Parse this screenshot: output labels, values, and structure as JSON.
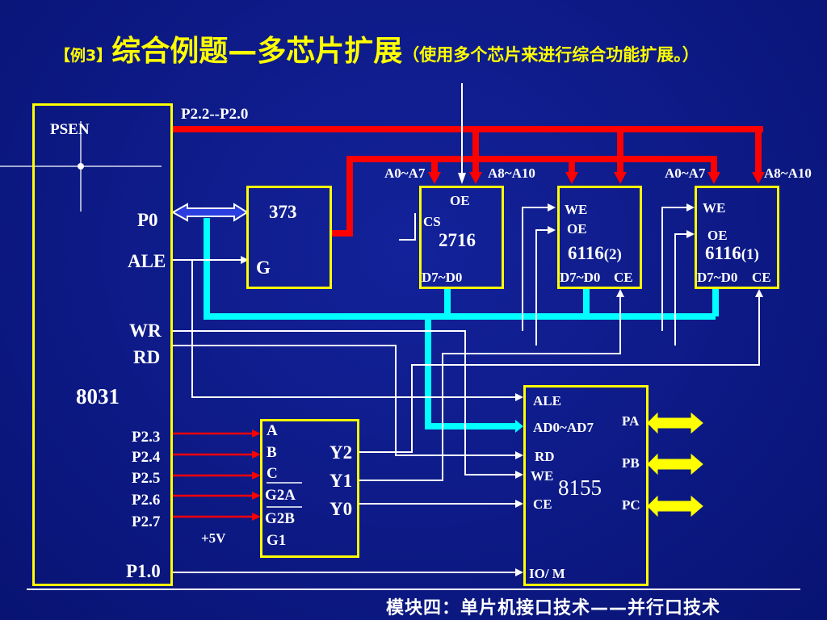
{
  "title": {
    "tag": "【例3】",
    "main": "综合例题—多芯片扩展",
    "note": "（使用多个芯片来进行综合功能扩展。）"
  },
  "cpu": {
    "name": "8031",
    "psen": "PSEN",
    "p0": "P0",
    "ale": "ALE",
    "wr": "WR",
    "rd": "RD",
    "p23": "P2.3",
    "p24": "P2.4",
    "p25": "P2.5",
    "p26": "P2.6",
    "p27": "P2.7",
    "p10": "P1.0"
  },
  "bus_labels": {
    "p2_high": "P2.2--P2.0",
    "a0_a7_left": "A0~A7",
    "a8_a10_left": "A8~A10",
    "a0_a7_right": "A0~A7",
    "a8_a10_right": "A8~A10"
  },
  "latch": {
    "name": "373",
    "g": "G"
  },
  "eprom": {
    "name": "2716",
    "oe": "OE",
    "cs": "CS",
    "data": "D7~D0"
  },
  "ram2": {
    "name": "6116",
    "suffix": "(2)",
    "we": "WE",
    "oe": "OE",
    "data": "D7~D0",
    "ce": "CE"
  },
  "ram1": {
    "name": "6116",
    "suffix": "(1)",
    "we": "WE",
    "oe": "OE",
    "data": "D7~D0",
    "ce": "CE"
  },
  "decoder": {
    "a": "A",
    "b": "B",
    "c": "C",
    "g2a": "G2A",
    "g2b": "G2B",
    "g1": "G1",
    "y2": "Y2",
    "y1": "Y1",
    "y0": "Y0",
    "vcc": "+5V"
  },
  "pio": {
    "name": "8155",
    "ale": "ALE",
    "ad": "AD0~AD7",
    "rd": "RD",
    "we": "WE",
    "ce": "CE",
    "iom": "IO/ M",
    "pa": "PA",
    "pb": "PB",
    "pc": "PC"
  },
  "footer": "模块四：单片机接口技术——并行口技术",
  "colors": {
    "background": "#0d1a86",
    "chip_border": "#ffff00",
    "address_bus": "#ff0000",
    "data_bus": "#00ffff",
    "control_lines": "#ffffff",
    "port_arrows": "#ffff00",
    "title": "#ffff00"
  }
}
